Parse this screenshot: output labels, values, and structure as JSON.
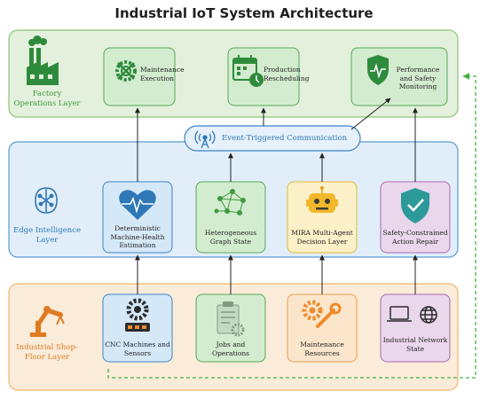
{
  "title": "Industrial IoT System Architecture",
  "layers": {
    "factory": {
      "label": "Factory Operations Layer",
      "color": "#3f9a40"
    },
    "edge": {
      "label": "Edge Intelligence Layer",
      "color": "#2f78b7"
    },
    "shopfloor": {
      "label": "Industrial Shop-Floor Layer",
      "color": "#e07b22"
    }
  },
  "communication": {
    "label": "Event-Triggered Communication"
  },
  "factory_nodes": [
    {
      "label": "Maintenance Execution",
      "icon": "wrench-gear-icon"
    },
    {
      "label": "Production Rescheduling",
      "icon": "calendar-clock-icon"
    },
    {
      "label": "Performance and Safety Monitoring",
      "icon": "shield-heartbeat-icon"
    }
  ],
  "edge_nodes": [
    {
      "label": "Deterministic Machine-Health Estimation",
      "icon": "heart-pulse-icon"
    },
    {
      "label": "Heterogeneous Graph State",
      "icon": "graph-network-icon"
    },
    {
      "label": "MIRA Multi-Agent Decision Layer",
      "icon": "robot-icon"
    },
    {
      "label": "Safety-Constrained Action Repair",
      "icon": "shield-check-icon"
    }
  ],
  "shop_nodes": [
    {
      "label": "CNC Machines and Sensors",
      "icon": "cnc-gear-icon"
    },
    {
      "label": "Jobs and Operations",
      "icon": "clipboard-gear-icon"
    },
    {
      "label": "Maintenance Resources",
      "icon": "gear-wrench-icon"
    },
    {
      "label": "Industrial Network State",
      "icon": "laptop-globe-icon"
    }
  ]
}
